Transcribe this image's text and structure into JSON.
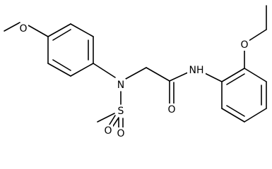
{
  "molecule": {
    "labels": {
      "ether_o_left": "O",
      "amine_n": "N",
      "sulfur": "S",
      "sulfonyl_o_left": "O",
      "sulfonyl_o_bottom": "O",
      "carbonyl_o": "O",
      "amide_nh": "NH",
      "ether_o_right": "O"
    }
  }
}
